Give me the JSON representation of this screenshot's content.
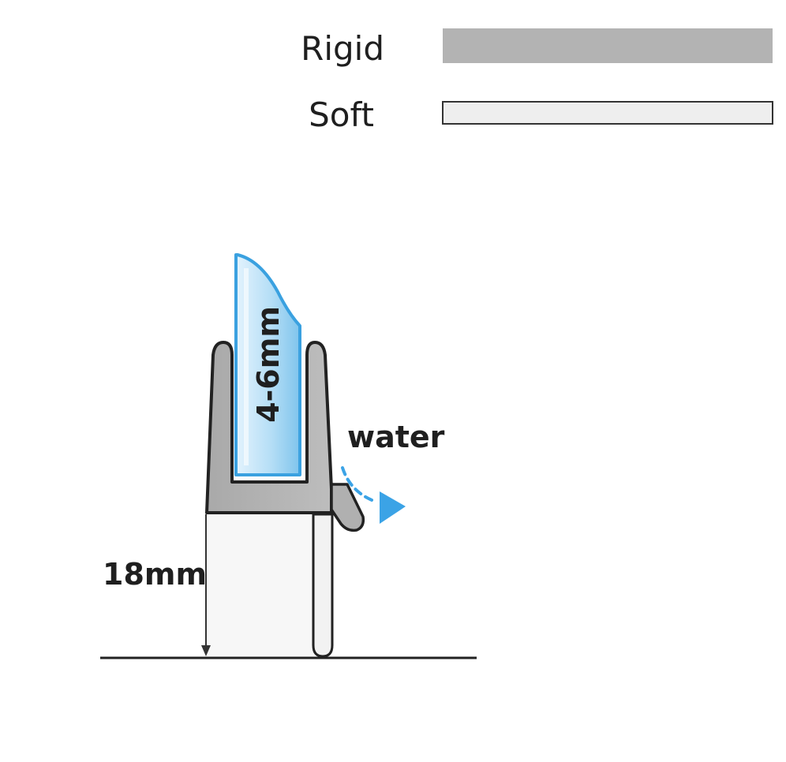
{
  "legend": {
    "rigid": {
      "label": "Rigid",
      "color": "#b3b3b3"
    },
    "soft": {
      "label": "Soft",
      "color": "#eeeeee"
    }
  },
  "labels": {
    "glass_thickness": "4-6mm",
    "water": "water",
    "height": "18mm"
  },
  "colors": {
    "rigid_fill": "#b3b3b3",
    "soft_fill": "#f5f5f5",
    "glass_light": "#dff1fc",
    "glass_mid": "#8ccbef",
    "glass_border": "#3aa1e0",
    "water_arrow": "#3ba3e6",
    "outline": "#222222"
  }
}
